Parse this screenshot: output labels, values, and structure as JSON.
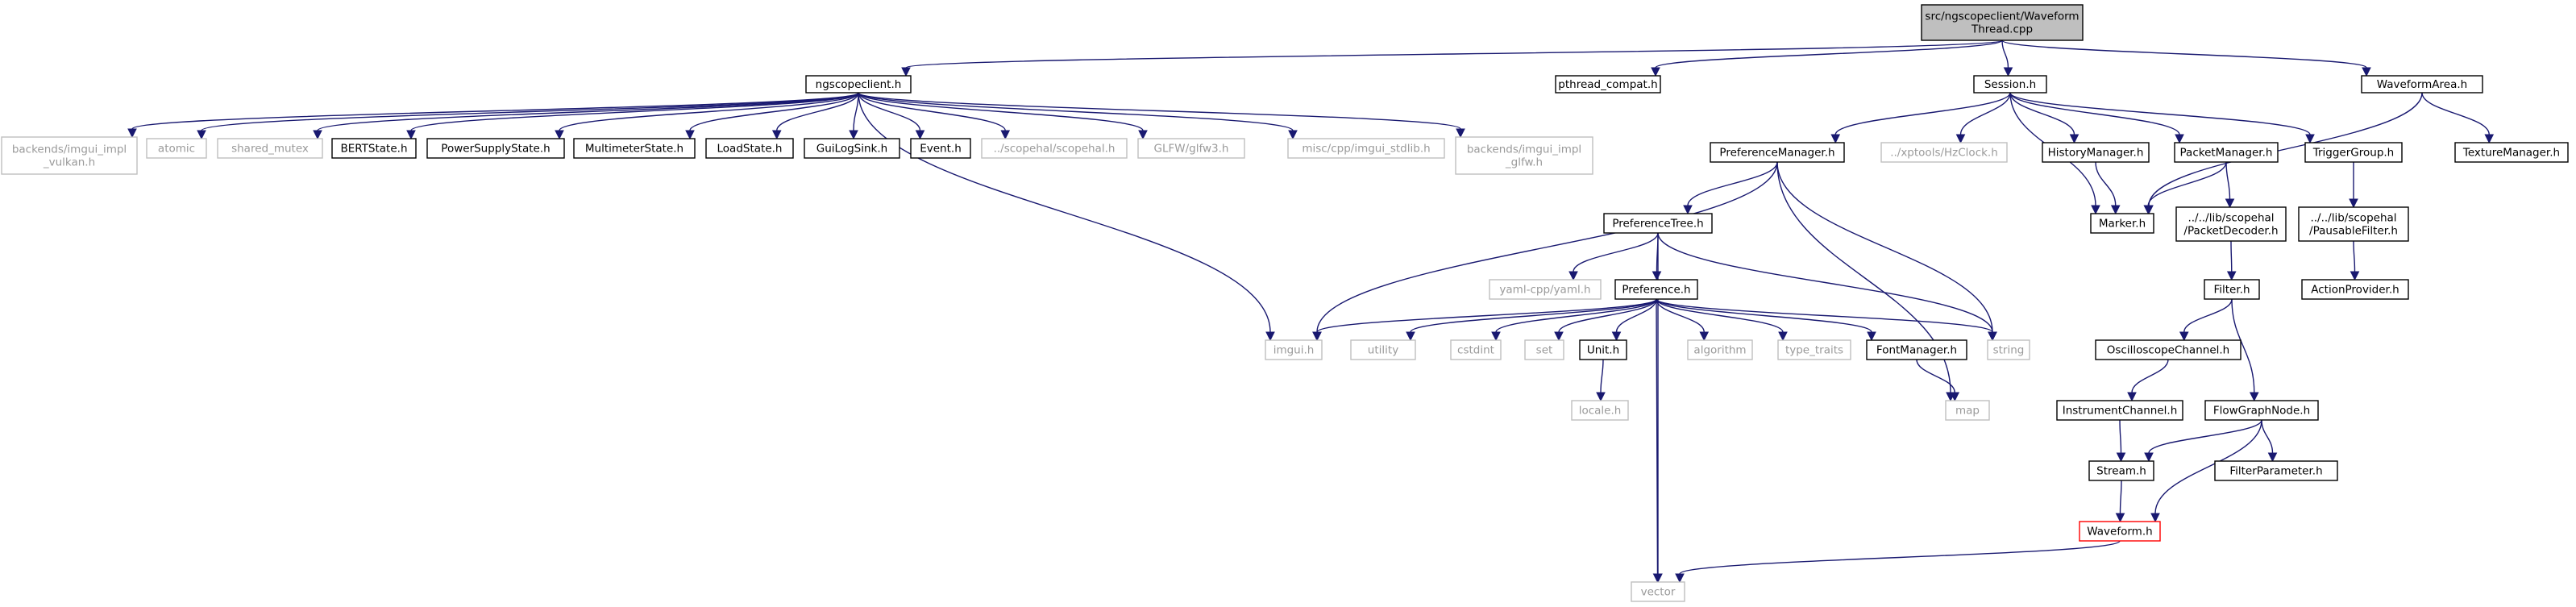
{
  "colors": {
    "edge": "#191970",
    "text": "#000000",
    "text_external": "#9a9a9a",
    "border_local": "#000000",
    "border_external": "#bfbfbf",
    "border_highlight": "#ff0000",
    "fill_root": "#bfbfbf",
    "fill_default": "#ffffff"
  },
  "nodes": [
    {
      "id": "root",
      "lines": [
        "src/ngscopeclient/Waveform",
        "Thread.cpp"
      ],
      "kind": "root"
    },
    {
      "id": "ngscopeclient_h",
      "lines": [
        "ngscopeclient.h"
      ],
      "kind": "local"
    },
    {
      "id": "pthread_compat_h",
      "lines": [
        "pthread_compat.h"
      ],
      "kind": "local"
    },
    {
      "id": "session_h",
      "lines": [
        "Session.h"
      ],
      "kind": "local"
    },
    {
      "id": "waveformarea_h",
      "lines": [
        "WaveformArea.h"
      ],
      "kind": "local"
    },
    {
      "id": "imgui_impl_vulkan_h",
      "lines": [
        "backends/imgui_impl",
        "_vulkan.h"
      ],
      "kind": "external"
    },
    {
      "id": "atomic",
      "lines": [
        "atomic"
      ],
      "kind": "external"
    },
    {
      "id": "shared_mutex",
      "lines": [
        "shared_mutex"
      ],
      "kind": "external"
    },
    {
      "id": "bertstate_h",
      "lines": [
        "BERTState.h"
      ],
      "kind": "local"
    },
    {
      "id": "powersupplystate_h",
      "lines": [
        "PowerSupplyState.h"
      ],
      "kind": "local"
    },
    {
      "id": "multimeterstate_h",
      "lines": [
        "MultimeterState.h"
      ],
      "kind": "local"
    },
    {
      "id": "loadstate_h",
      "lines": [
        "LoadState.h"
      ],
      "kind": "local"
    },
    {
      "id": "guilogsink_h",
      "lines": [
        "GuiLogSink.h"
      ],
      "kind": "local"
    },
    {
      "id": "event_h",
      "lines": [
        "Event.h"
      ],
      "kind": "local"
    },
    {
      "id": "scopehal_h",
      "lines": [
        "../scopehal/scopehal.h"
      ],
      "kind": "external"
    },
    {
      "id": "glfw3_h",
      "lines": [
        "GLFW/glfw3.h"
      ],
      "kind": "external"
    },
    {
      "id": "imgui_stdlib_h",
      "lines": [
        "misc/cpp/imgui_stdlib.h"
      ],
      "kind": "external"
    },
    {
      "id": "imgui_impl_glfw_h",
      "lines": [
        "backends/imgui_impl",
        "_glfw.h"
      ],
      "kind": "external"
    },
    {
      "id": "preferencemanager_h",
      "lines": [
        "PreferenceManager.h"
      ],
      "kind": "local"
    },
    {
      "id": "hzclock_h",
      "lines": [
        "../xptools/HzClock.h"
      ],
      "kind": "external"
    },
    {
      "id": "historymanager_h",
      "lines": [
        "HistoryManager.h"
      ],
      "kind": "local"
    },
    {
      "id": "packetmanager_h",
      "lines": [
        "PacketManager.h"
      ],
      "kind": "local"
    },
    {
      "id": "triggergroup_h",
      "lines": [
        "TriggerGroup.h"
      ],
      "kind": "local"
    },
    {
      "id": "texturemanager_h",
      "lines": [
        "TextureManager.h"
      ],
      "kind": "local"
    },
    {
      "id": "preferencetree_h",
      "lines": [
        "PreferenceTree.h"
      ],
      "kind": "local"
    },
    {
      "id": "marker_h",
      "lines": [
        "Marker.h"
      ],
      "kind": "local"
    },
    {
      "id": "packetdecoder_h",
      "lines": [
        "../../lib/scopehal",
        "/PacketDecoder.h"
      ],
      "kind": "local"
    },
    {
      "id": "pausablefilter_h",
      "lines": [
        "../../lib/scopehal",
        "/PausableFilter.h"
      ],
      "kind": "local"
    },
    {
      "id": "yaml_h",
      "lines": [
        "yaml-cpp/yaml.h"
      ],
      "kind": "external"
    },
    {
      "id": "preference_h",
      "lines": [
        "Preference.h"
      ],
      "kind": "local"
    },
    {
      "id": "filter_h",
      "lines": [
        "Filter.h"
      ],
      "kind": "local"
    },
    {
      "id": "actionprovider_h",
      "lines": [
        "ActionProvider.h"
      ],
      "kind": "local"
    },
    {
      "id": "imgui_h",
      "lines": [
        "imgui.h"
      ],
      "kind": "external"
    },
    {
      "id": "utility",
      "lines": [
        "utility"
      ],
      "kind": "external"
    },
    {
      "id": "cstdint",
      "lines": [
        "cstdint"
      ],
      "kind": "external"
    },
    {
      "id": "set",
      "lines": [
        "set"
      ],
      "kind": "external"
    },
    {
      "id": "unit_h",
      "lines": [
        "Unit.h"
      ],
      "kind": "local"
    },
    {
      "id": "algorithm",
      "lines": [
        "algorithm"
      ],
      "kind": "external"
    },
    {
      "id": "type_traits",
      "lines": [
        "type_traits"
      ],
      "kind": "external"
    },
    {
      "id": "fontmanager_h",
      "lines": [
        "FontManager.h"
      ],
      "kind": "local"
    },
    {
      "id": "string",
      "lines": [
        "string"
      ],
      "kind": "external"
    },
    {
      "id": "oscilloscopechannel_h",
      "lines": [
        "OscilloscopeChannel.h"
      ],
      "kind": "local"
    },
    {
      "id": "locale_h",
      "lines": [
        "locale.h"
      ],
      "kind": "external"
    },
    {
      "id": "instrumentchannel_h",
      "lines": [
        "InstrumentChannel.h"
      ],
      "kind": "local"
    },
    {
      "id": "flowgraphnode_h",
      "lines": [
        "FlowGraphNode.h"
      ],
      "kind": "local"
    },
    {
      "id": "map",
      "lines": [
        "map"
      ],
      "kind": "external"
    },
    {
      "id": "stream_h",
      "lines": [
        "Stream.h"
      ],
      "kind": "local"
    },
    {
      "id": "filterparameter_h",
      "lines": [
        "FilterParameter.h"
      ],
      "kind": "local"
    },
    {
      "id": "waveform_h",
      "lines": [
        "Waveform.h"
      ],
      "kind": "highlight"
    },
    {
      "id": "vector",
      "lines": [
        "vector"
      ],
      "kind": "external"
    }
  ],
  "edges": [
    [
      "root",
      "ngscopeclient_h"
    ],
    [
      "root",
      "pthread_compat_h"
    ],
    [
      "root",
      "session_h"
    ],
    [
      "root",
      "waveformarea_h"
    ],
    [
      "ngscopeclient_h",
      "imgui_impl_vulkan_h"
    ],
    [
      "ngscopeclient_h",
      "atomic"
    ],
    [
      "ngscopeclient_h",
      "shared_mutex"
    ],
    [
      "ngscopeclient_h",
      "bertstate_h"
    ],
    [
      "ngscopeclient_h",
      "powersupplystate_h"
    ],
    [
      "ngscopeclient_h",
      "multimeterstate_h"
    ],
    [
      "ngscopeclient_h",
      "loadstate_h"
    ],
    [
      "ngscopeclient_h",
      "guilogsink_h"
    ],
    [
      "ngscopeclient_h",
      "event_h"
    ],
    [
      "ngscopeclient_h",
      "scopehal_h"
    ],
    [
      "ngscopeclient_h",
      "glfw3_h"
    ],
    [
      "ngscopeclient_h",
      "imgui_stdlib_h"
    ],
    [
      "ngscopeclient_h",
      "imgui_impl_glfw_h"
    ],
    [
      "ngscopeclient_h",
      "imgui_h"
    ],
    [
      "session_h",
      "preferencemanager_h"
    ],
    [
      "session_h",
      "hzclock_h"
    ],
    [
      "session_h",
      "historymanager_h"
    ],
    [
      "session_h",
      "packetmanager_h"
    ],
    [
      "session_h",
      "triggergroup_h"
    ],
    [
      "session_h",
      "marker_h"
    ],
    [
      "waveformarea_h",
      "texturemanager_h"
    ],
    [
      "waveformarea_h",
      "marker_h"
    ],
    [
      "preferencemanager_h",
      "preferencetree_h"
    ],
    [
      "preferencemanager_h",
      "imgui_h"
    ],
    [
      "preferencemanager_h",
      "string"
    ],
    [
      "preferencemanager_h",
      "map"
    ],
    [
      "historymanager_h",
      "marker_h"
    ],
    [
      "packetmanager_h",
      "marker_h"
    ],
    [
      "packetmanager_h",
      "packetdecoder_h"
    ],
    [
      "triggergroup_h",
      "pausablefilter_h"
    ],
    [
      "pausablefilter_h",
      "actionprovider_h"
    ],
    [
      "packetdecoder_h",
      "filter_h"
    ],
    [
      "preferencetree_h",
      "yaml_h"
    ],
    [
      "preferencetree_h",
      "preference_h"
    ],
    [
      "preferencetree_h",
      "string"
    ],
    [
      "preferencetree_h",
      "vector"
    ],
    [
      "preference_h",
      "imgui_h"
    ],
    [
      "preference_h",
      "utility"
    ],
    [
      "preference_h",
      "cstdint"
    ],
    [
      "preference_h",
      "set"
    ],
    [
      "preference_h",
      "unit_h"
    ],
    [
      "preference_h",
      "algorithm"
    ],
    [
      "preference_h",
      "type_traits"
    ],
    [
      "preference_h",
      "fontmanager_h"
    ],
    [
      "preference_h",
      "string"
    ],
    [
      "preference_h",
      "vector"
    ],
    [
      "unit_h",
      "locale_h"
    ],
    [
      "fontmanager_h",
      "map"
    ],
    [
      "filter_h",
      "oscilloscopechannel_h"
    ],
    [
      "filter_h",
      "flowgraphnode_h"
    ],
    [
      "oscilloscopechannel_h",
      "instrumentchannel_h"
    ],
    [
      "instrumentchannel_h",
      "stream_h"
    ],
    [
      "flowgraphnode_h",
      "stream_h"
    ],
    [
      "flowgraphnode_h",
      "filterparameter_h"
    ],
    [
      "flowgraphnode_h",
      "waveform_h"
    ],
    [
      "stream_h",
      "waveform_h"
    ],
    [
      "waveform_h",
      "vector"
    ]
  ]
}
